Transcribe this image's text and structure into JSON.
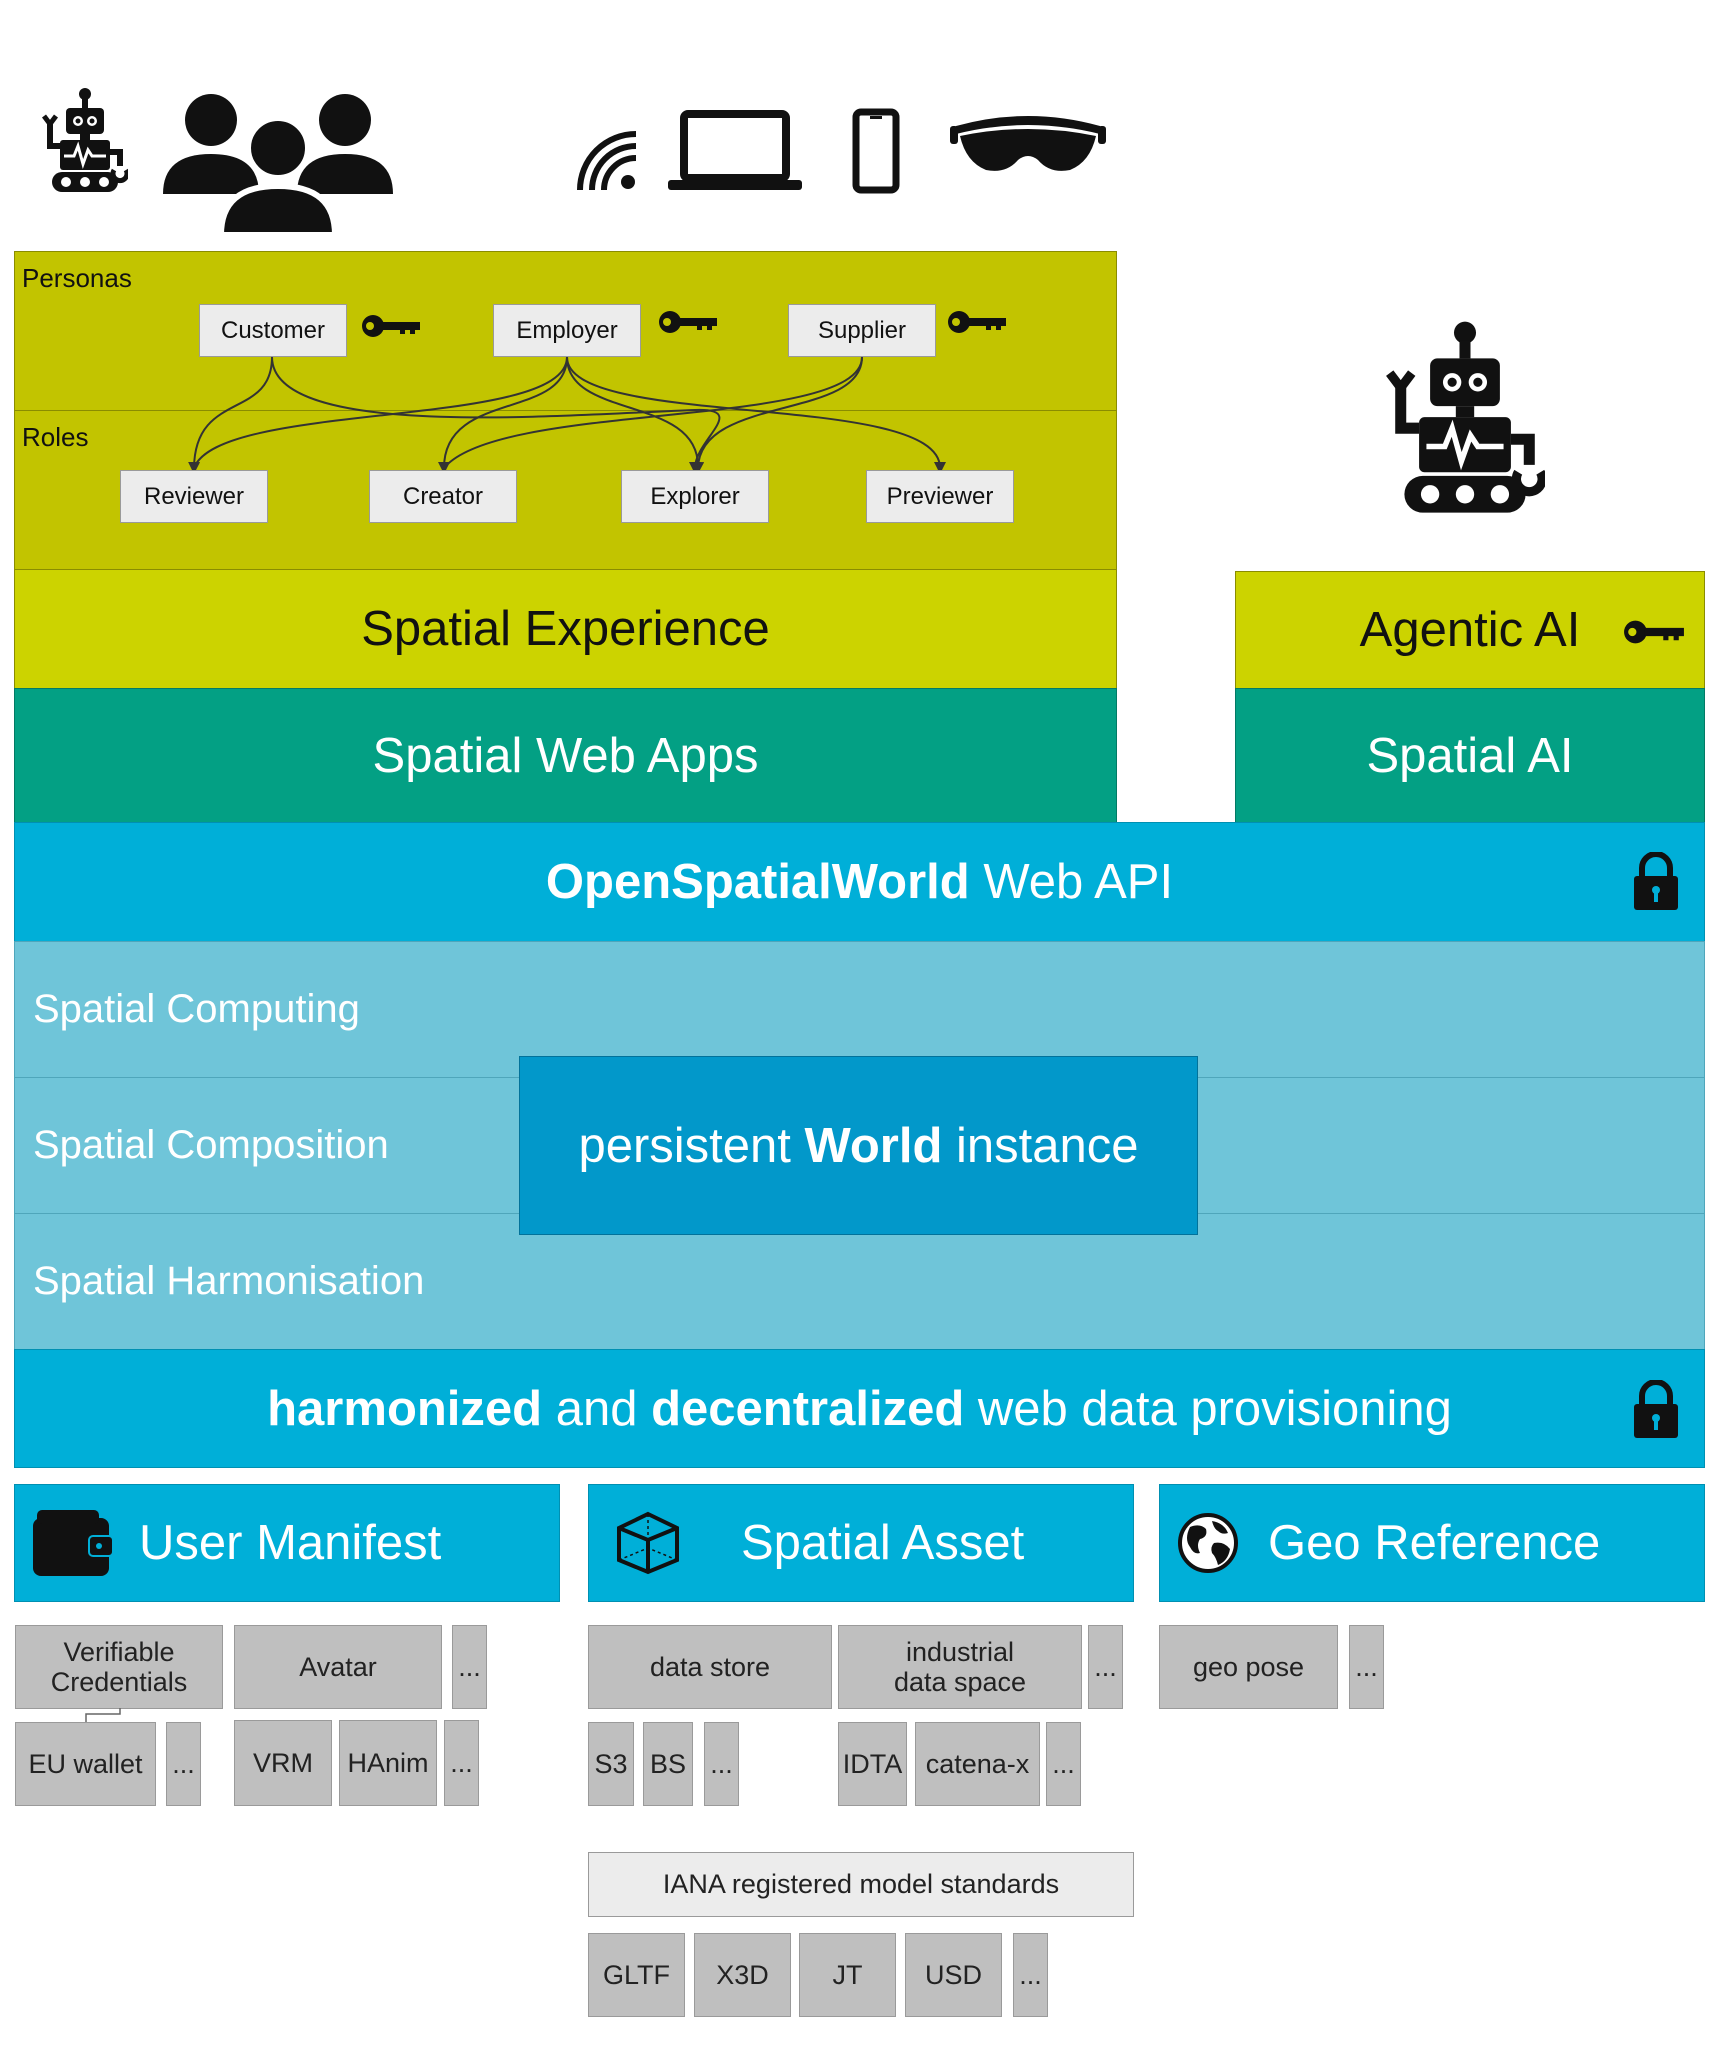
{
  "personas": {
    "label": "Personas",
    "items": [
      "Customer",
      "Employer",
      "Supplier"
    ]
  },
  "roles": {
    "label": "Roles",
    "items": [
      "Reviewer",
      "Creator",
      "Explorer",
      "Previewer"
    ]
  },
  "layers": {
    "spatial_experience": "Spatial Experience",
    "spatial_web_apps": "Spatial Web Apps",
    "agentic_ai": "Agentic AI",
    "spatial_ai": "Spatial AI",
    "api_bold": "OpenSpatialWorld",
    "api_rest": " Web API",
    "spatial_computing": "Spatial Computing",
    "spatial_composition": "Spatial Composition",
    "spatial_harmonisation": "Spatial Harmonisation",
    "world_pre": "persistent ",
    "world_bold": "World",
    "world_post": " instance",
    "prov_bold1": "harmonized",
    "prov_mid": " and ",
    "prov_bold2": "decentralized",
    "prov_post": " web data provisioning"
  },
  "pillars": {
    "user_manifest": "User Manifest",
    "spatial_asset": "Spatial Asset",
    "geo_reference": "Geo Reference"
  },
  "user_manifest": {
    "verifiable_credentials": "Verifiable\nCredentials",
    "avatar": "Avatar",
    "eu_wallet": "EU wallet",
    "vrm": "VRM",
    "hanim": "HAnim",
    "more": "..."
  },
  "spatial_asset": {
    "data_store": "data store",
    "industrial_data_space": "industrial\ndata space",
    "s3": "S3",
    "bs": "BS",
    "idta": "IDTA",
    "catena_x": "catena-x",
    "iana": "IANA registered model standards",
    "gltf": "GLTF",
    "x3d": "X3D",
    "jt": "JT",
    "usd": "USD",
    "more": "..."
  },
  "geo_reference": {
    "geo_pose": "geo pose",
    "more": "..."
  },
  "colors": {
    "lime": "#ccd300",
    "persona_panel": "#c2c400",
    "teal": "#03a084",
    "blue": "#00afd8",
    "light_blue": "#6fc5d9",
    "world_blue": "#0298ca",
    "gray": "#bfbfbf"
  },
  "icons": [
    "robot-icon",
    "users-icon",
    "wifi-icon",
    "laptop-icon",
    "smartphone-icon",
    "vr-headset-icon",
    "key-icon",
    "lock-icon",
    "wallet-icon",
    "cube-icon",
    "globe-icon"
  ]
}
